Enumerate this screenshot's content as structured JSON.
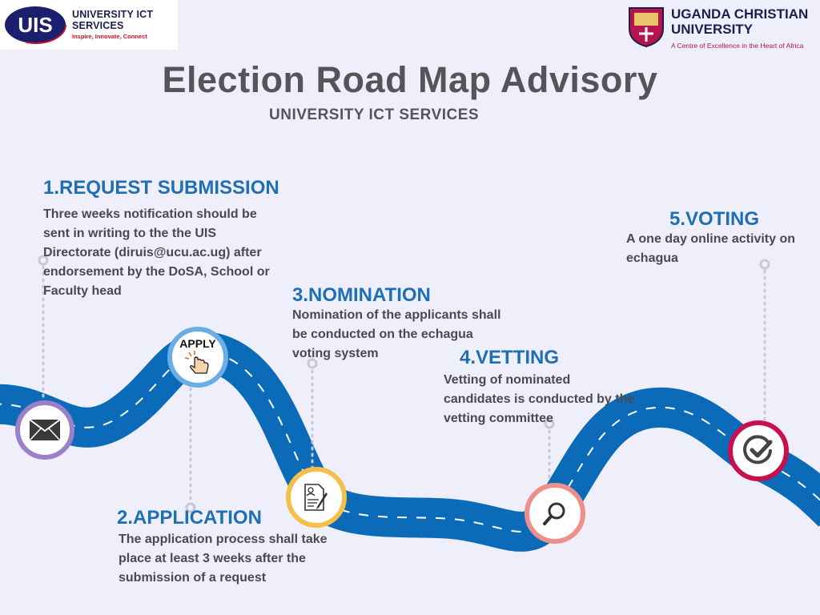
{
  "header": {
    "uis_logo_mark": "UIS",
    "uis_logo_name_line1": "UNIVERSITY ICT",
    "uis_logo_name_line2": "SERVICES",
    "uis_logo_tagline": "Inspire, Innovate, Connect",
    "ucu_name_line1": "UGANDA CHRISTIAN",
    "ucu_name_line2": "UNIVERSITY",
    "ucu_tagline": "A Centre of Excellence in the Heart of Africa"
  },
  "title": "Election Road Map Advisory",
  "subtitle": "UNIVERSITY ICT SERVICES",
  "steps": [
    {
      "title": "1.REQUEST SUBMISSION",
      "description": "Three weeks notification should be sent in writing to the the UIS Directorate (diruis@ucu.ac.ug) after endorsement by the DoSA, School or Faculty head",
      "icon": "envelope-icon"
    },
    {
      "title": "2.APPLICATION",
      "description": "The application process shall take place at least 3 weeks after the submission of a request",
      "icon": "apply-click-icon",
      "icon_label": "APPLY"
    },
    {
      "title": "3.NOMINATION",
      "description": "Nomination  of the applicants shall be conducted on the echagua voting  system",
      "icon": "document-sign-icon"
    },
    {
      "title": "4.VETTING",
      "description": "Vetting of nominated candidates is conducted by the vetting committee",
      "icon": "search-icon"
    },
    {
      "title": "5.VOTING",
      "description": "A one day online activity on echagua",
      "icon": "check-circle-icon"
    }
  ],
  "colors": {
    "road": "#0b6bb8",
    "step_title": "#1e6fb5",
    "text": "#4a4a4e",
    "background": "#efeffb",
    "node1": "#9b7fc7",
    "node2": "#6aaee8",
    "node3": "#f5c04a",
    "node4": "#ef8f8a",
    "node5": "#c8104f"
  }
}
